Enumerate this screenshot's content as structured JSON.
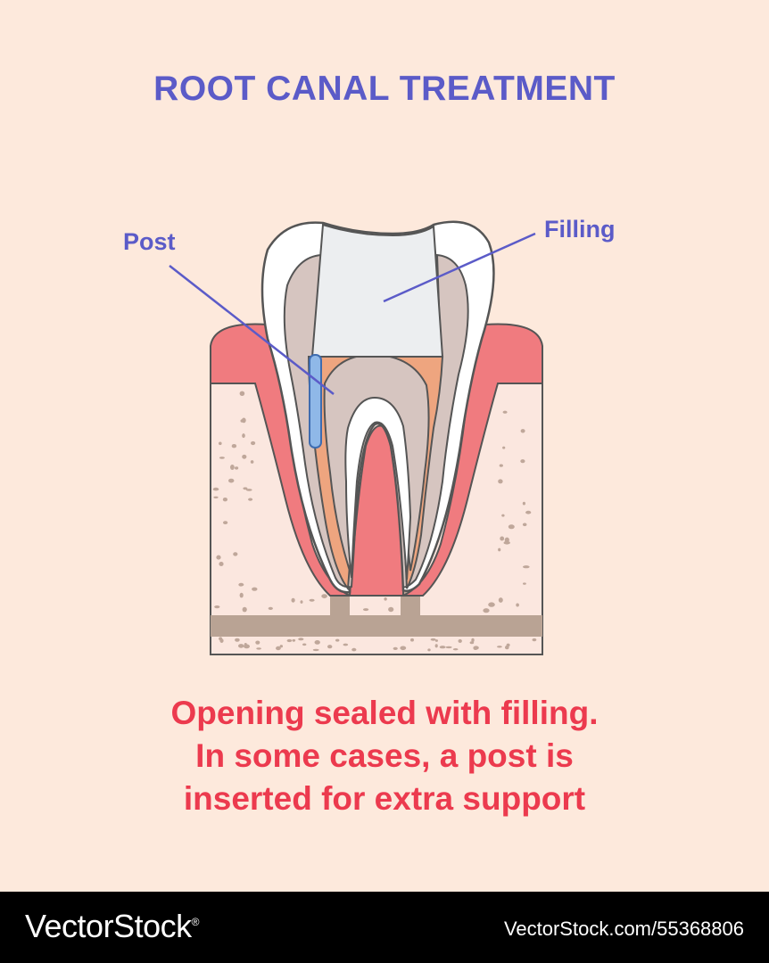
{
  "title": "ROOT CANAL TREATMENT",
  "labels": {
    "post": "Post",
    "filling": "Filling"
  },
  "caption": [
    "Opening sealed with filling.",
    "In some cases, a post is",
    "inserted for extra support"
  ],
  "footer": {
    "brand": "VectorStock",
    "registered_mark": "®",
    "url": "VectorStock.com/55368806"
  },
  "colors": {
    "background": "#fde9dc",
    "title": "#5b5bc8",
    "caption": "#ec3a4e",
    "gum": "#f07b7f",
    "bone": "#fbe7df",
    "enamel": "#ffffff",
    "dentin": "#d6c5c0",
    "pulp": "#eea57f",
    "filling": "#eceef0",
    "post": "#8fb8e8",
    "footer": "#000000"
  }
}
